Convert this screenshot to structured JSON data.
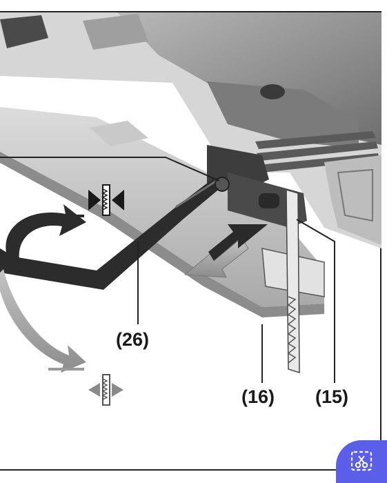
{
  "figure": {
    "callouts": {
      "c26": "(26)",
      "c16": "(16)",
      "c15": "(15)"
    },
    "icons": [
      "blade-clamp-icon",
      "blade-release-icon",
      "screen-capture-icon"
    ]
  },
  "colors": {
    "accent": "#5a5ee8",
    "dark_metal": "#2c2c2c",
    "housing_gray": "#8a8a8a",
    "arrow_gray": "#9a9a9a"
  }
}
